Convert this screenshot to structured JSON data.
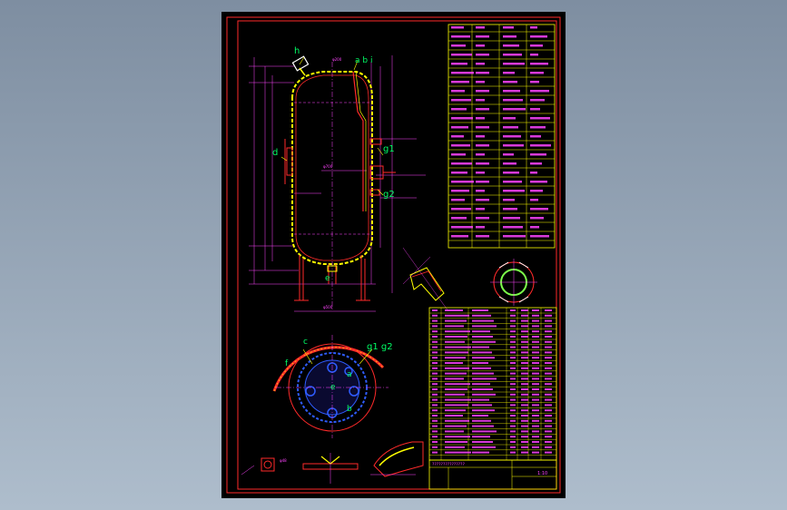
{
  "drawing": {
    "nozzle_labels": {
      "h": "h",
      "abi": "a b i",
      "d": "d",
      "g1": "g1",
      "g2": "g2",
      "e": "e",
      "g1g2": "g1 g2",
      "c": "c",
      "f": "f",
      "a": "a",
      "b": "b"
    },
    "dimensions": {
      "d700": "φ700",
      "d500": "φ500",
      "d200": "φ200",
      "d48": "φ48"
    },
    "title_block": {
      "project": "???????????????",
      "scale": "1:10"
    }
  },
  "colors": {
    "border": "#ff2a2a",
    "table_lines": "#ffff00",
    "table_text": "#ff44ff",
    "vessel": "#ffff00",
    "dimension": "#ff44ff",
    "labels": "#00ff66"
  }
}
